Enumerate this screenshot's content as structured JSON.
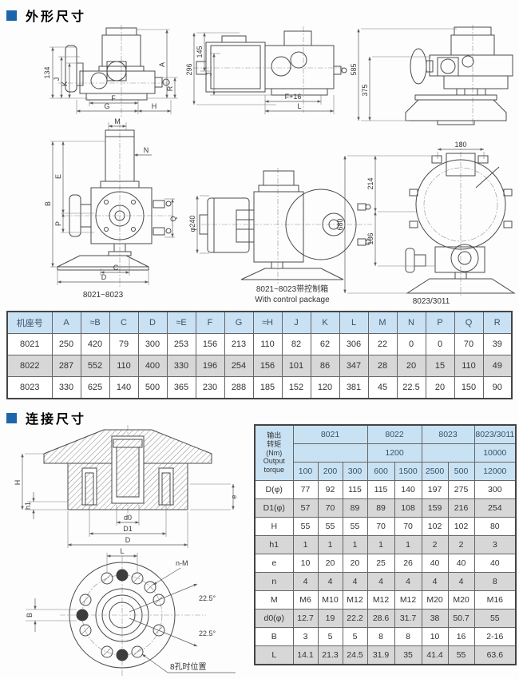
{
  "colors": {
    "accent": "#1b66ab",
    "table_header_bg": "#c9e2f3",
    "row_alt_bg": "#d7d7d7",
    "line": "#4a4a4a"
  },
  "sections": {
    "outline": {
      "title": "外形尺寸"
    },
    "connection": {
      "title": "连接尺寸"
    }
  },
  "outline_drawings": {
    "side_view": {
      "dims": [
        "134",
        "J",
        "K",
        "A",
        "R",
        "F",
        "G",
        "H"
      ]
    },
    "side_view_box": {
      "dims": [
        "296",
        "145",
        "J",
        "F+16",
        "L"
      ]
    },
    "front_view_gear": {
      "dims": [
        "585",
        "375"
      ]
    },
    "front_view": {
      "dims": [
        "M",
        "N",
        "E",
        "B",
        "P",
        "Q",
        "C",
        "D"
      ],
      "caption": "8021~8023"
    },
    "with_control": {
      "dims": [
        "φ240"
      ],
      "caption_cn": "8021~8023带控制箱",
      "caption_en": "With control package"
    },
    "front_3011": {
      "dims": [
        "180",
        "214",
        "186",
        "680"
      ],
      "caption": "8023/3011"
    }
  },
  "connection_drawings": {
    "cross_section": {
      "dims": [
        "H",
        "h1",
        "e",
        "d0",
        "D1",
        "D"
      ]
    },
    "flange": {
      "dims": [
        "L",
        "n-M",
        "B",
        "22.5°",
        "22.5°"
      ],
      "note": "8孔时位置"
    }
  },
  "dimension_table": {
    "headers": [
      "机座号",
      "A",
      "≈B",
      "C",
      "D",
      "≈E",
      "F",
      "G",
      "≈H",
      "J",
      "K",
      "L",
      "M",
      "N",
      "P",
      "Q",
      "R"
    ],
    "rows": [
      [
        "8021",
        "250",
        "420",
        "79",
        "300",
        "253",
        "156",
        "213",
        "110",
        "82",
        "62",
        "306",
        "22",
        "0",
        "0",
        "70",
        "39"
      ],
      [
        "8022",
        "287",
        "552",
        "110",
        "400",
        "330",
        "196",
        "254",
        "156",
        "101",
        "86",
        "347",
        "28",
        "20",
        "15",
        "110",
        "49"
      ],
      [
        "8023",
        "330",
        "625",
        "140",
        "500",
        "365",
        "230",
        "288",
        "185",
        "152",
        "120",
        "381",
        "45",
        "22.5",
        "20",
        "150",
        "90"
      ]
    ]
  },
  "connection_table": {
    "corner_lines": [
      "输出",
      "转矩",
      "(Nm)",
      "Output",
      "torque"
    ],
    "model_groups": [
      {
        "label": "8021",
        "span": 3
      },
      {
        "label": "8022",
        "span": 2
      },
      {
        "label": "8023",
        "span": 2
      },
      {
        "label": "8023/3011",
        "span": 1
      }
    ],
    "torque_groups": [
      {
        "label": "",
        "span": 3
      },
      {
        "label": "1200",
        "span": 2
      },
      {
        "label": "",
        "span": 2
      },
      {
        "label": "10000",
        "span": 1
      }
    ],
    "torque_values": [
      "100",
      "200",
      "300",
      "600",
      "1500",
      "2500",
      "500",
      "12000"
    ],
    "rows": [
      {
        "label": "D(φ)",
        "values": [
          "77",
          "92",
          "115",
          "115",
          "140",
          "197",
          "275",
          "300"
        ]
      },
      {
        "label": "D1(φ)",
        "values": [
          "57",
          "70",
          "89",
          "89",
          "108",
          "159",
          "216",
          "254"
        ]
      },
      {
        "label": "H",
        "values": [
          "55",
          "55",
          "55",
          "70",
          "70",
          "102",
          "102",
          "80"
        ]
      },
      {
        "label": "h1",
        "values": [
          "1",
          "1",
          "1",
          "1",
          "1",
          "2",
          "2",
          "3"
        ]
      },
      {
        "label": "e",
        "values": [
          "10",
          "20",
          "20",
          "25",
          "26",
          "40",
          "40",
          "40"
        ]
      },
      {
        "label": "n",
        "values": [
          "4",
          "4",
          "4",
          "4",
          "4",
          "4",
          "4",
          "8"
        ]
      },
      {
        "label": "M",
        "values": [
          "M6",
          "M10",
          "M12",
          "M12",
          "M12",
          "M20",
          "M20",
          "M16"
        ]
      },
      {
        "label": "d0(φ)",
        "values": [
          "12.7",
          "19",
          "22.2",
          "28.6",
          "31.7",
          "38",
          "50.7",
          "55"
        ]
      },
      {
        "label": "B",
        "values": [
          "3",
          "5",
          "5",
          "8",
          "8",
          "10",
          "16",
          "2-16"
        ]
      },
      {
        "label": "L",
        "values": [
          "14.1",
          "21.3",
          "24.5",
          "31.9",
          "35",
          "41.4",
          "55",
          "63.6"
        ]
      }
    ]
  }
}
